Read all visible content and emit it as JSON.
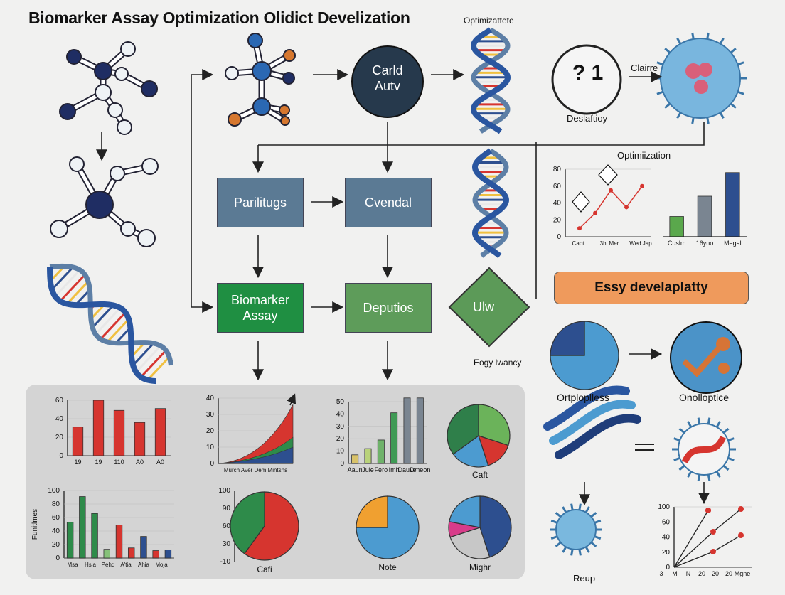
{
  "title": "Biomarker Assay Optimization Olidict Develization",
  "labels": {
    "top_center": "Optimizattete",
    "circle": "Carld\nAutv",
    "question": "? 1",
    "question_caption": "Deslaftioy",
    "claire": "Clairre",
    "optimization": "Optimiization",
    "diamond": "Ulw",
    "diamond_caption": "Eogy lwancy",
    "pill": "Essy develaplatty",
    "orpt": "Ortploplless",
    "onolo": "Onolloptice",
    "reup": "Reup",
    "caft_top": "Caft",
    "caft_bottom": "Cafi",
    "note": "Note",
    "mighr": "Mighr"
  },
  "boxes": {
    "b1": "Parilitugs",
    "b2": "Cvendal",
    "b3": "Biomarker\nAssay",
    "b4": "Deputios"
  },
  "colors": {
    "circle": "#26394c",
    "box_slate": "#5b7a94",
    "box_green_dark": "#1f8f42",
    "box_green_light": "#5e9c5a",
    "diamond": "#5c9a58",
    "pill": "#ef9a5c",
    "red": "#d6352f",
    "green": "#2e8b4a",
    "blue": "#2d4f8f",
    "lightblue": "#4c9bd0",
    "orange": "#f0a030",
    "gray": "#7a8591"
  },
  "chart_data": [
    {
      "type": "line",
      "ylim": [
        0,
        80
      ],
      "yticks": [
        "80",
        "60",
        "40",
        "20",
        "0"
      ],
      "categories": [
        "Capt",
        "3hl Mer",
        "Wed Jap"
      ],
      "values": [
        10,
        28,
        55,
        35,
        60
      ]
    },
    {
      "type": "bar",
      "categories": [
        "Cuslm",
        "16yno",
        "Megal"
      ],
      "values": [
        24,
        48,
        76
      ]
    },
    {
      "type": "bar",
      "ylim": [
        0,
        60
      ],
      "yticks": [
        "60",
        "40",
        "20",
        "0"
      ],
      "categories": [
        "19",
        "19",
        "110",
        "A0",
        "A0"
      ],
      "values": [
        31,
        60,
        49,
        36,
        51
      ]
    },
    {
      "type": "area",
      "ylim": [
        0,
        40
      ],
      "yticks": [
        "40",
        "30",
        "20",
        "10",
        "0"
      ],
      "xlabels": "Murch Aver Dem Mintsns",
      "series": [
        {
          "values": [
            0,
            10
          ]
        },
        {
          "values": [
            0,
            16
          ]
        },
        {
          "values": [
            0,
            36
          ]
        }
      ]
    },
    {
      "type": "bar",
      "ylim": [
        0,
        50
      ],
      "yticks": [
        "50",
        "40",
        "30",
        "20",
        "10",
        "0"
      ],
      "categories": [
        "Aaun",
        "Jule",
        "Fero",
        "Imh",
        "Dauve",
        "Dmeon"
      ],
      "values": [
        7,
        12,
        19,
        41,
        53,
        53
      ]
    },
    {
      "type": "pie",
      "caption": "Caft",
      "values": [
        30,
        15,
        20,
        35
      ]
    },
    {
      "type": "bar",
      "ylim": [
        0,
        100
      ],
      "yticks": [
        "100",
        "80",
        "60",
        "40",
        "20",
        "0"
      ],
      "ylabel": "Funitlmes",
      "categories": [
        "Msa",
        "Hsia",
        "Pehd",
        "A'tia",
        "Ahia",
        "Moja"
      ],
      "values": [
        53,
        91,
        66,
        13,
        49,
        15,
        32,
        11,
        12
      ]
    },
    {
      "type": "pie",
      "yticks": [
        "100",
        "90",
        "60",
        "30",
        "-10"
      ],
      "caption": "Cafi",
      "values": [
        60,
        40
      ]
    },
    {
      "type": "pie",
      "caption": "Note",
      "values": [
        75,
        25
      ]
    },
    {
      "type": "pie",
      "caption": "Mighr",
      "values": [
        45,
        25,
        8,
        22
      ]
    },
    {
      "type": "line",
      "ylim": [
        0,
        100
      ],
      "yticks": [
        "100",
        "60",
        "40",
        "20",
        "0"
      ],
      "categories": [
        "3",
        "M",
        "N",
        "20",
        "20",
        "20",
        "Mgne"
      ],
      "series": [
        {
          "values": [
            0,
            88
          ]
        },
        {
          "values": [
            0,
            88
          ]
        },
        {
          "values": [
            0,
            38
          ]
        }
      ]
    },
    {
      "type": "pie",
      "caption": "Ortploplless",
      "values": [
        75,
        25
      ]
    }
  ]
}
